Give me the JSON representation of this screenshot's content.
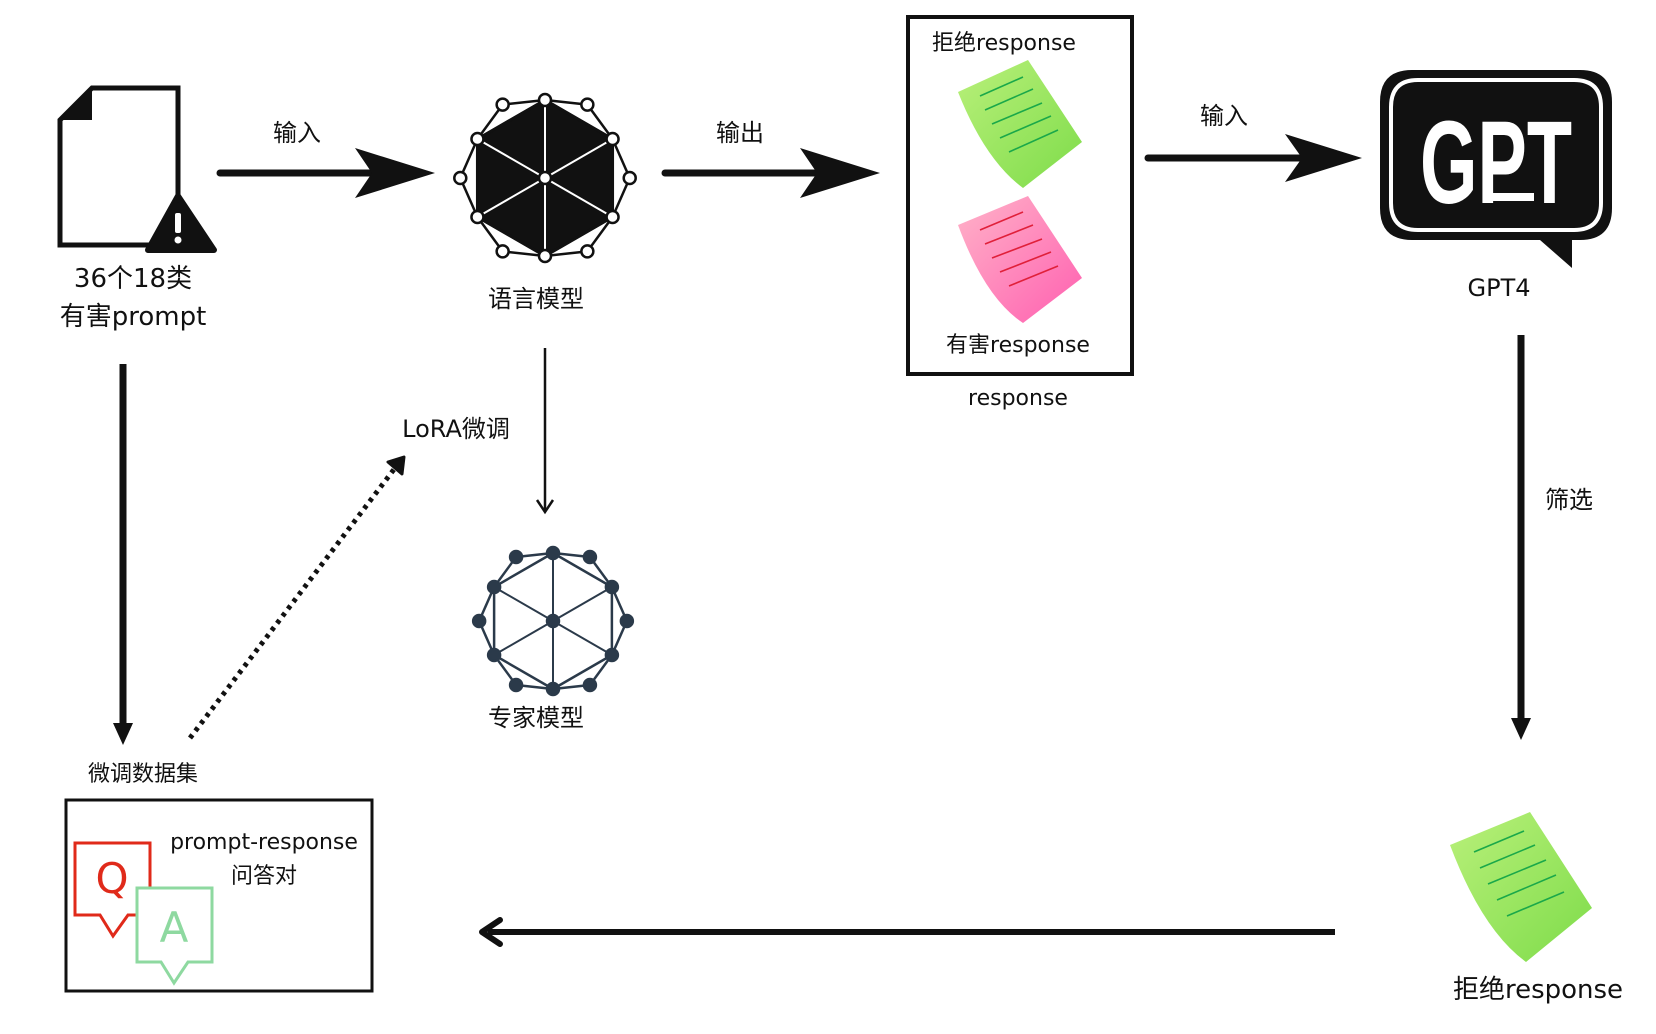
{
  "source": {
    "line1": "36个18类",
    "line2": "有害prompt"
  },
  "arrows": {
    "input_1": "输入",
    "output": "输出",
    "input_2": "输入",
    "filter": "筛选",
    "lora": "LoRA微调"
  },
  "language_model": {
    "label": "语言模型"
  },
  "expert_model": {
    "label": "专家模型"
  },
  "response_box": {
    "refuse_label": "拒绝response",
    "harmful_label": "有害response",
    "caption": "response"
  },
  "gpt": {
    "logo_text": "GPT",
    "label": "GPT4"
  },
  "filtered": {
    "label": "拒绝response"
  },
  "dataset": {
    "title": "微调数据集",
    "pair_line1": "prompt-response",
    "pair_line2": "问答对",
    "q_letter": "Q",
    "a_letter": "A"
  },
  "colors": {
    "refuse_note": "#8ee65a",
    "harmful_note": "#ff7ab8",
    "question_bubble": "#e02a1a",
    "answer_bubble": "#8ed9a0",
    "model_dark": "#111111",
    "expert_model": "#2b3a4a"
  }
}
